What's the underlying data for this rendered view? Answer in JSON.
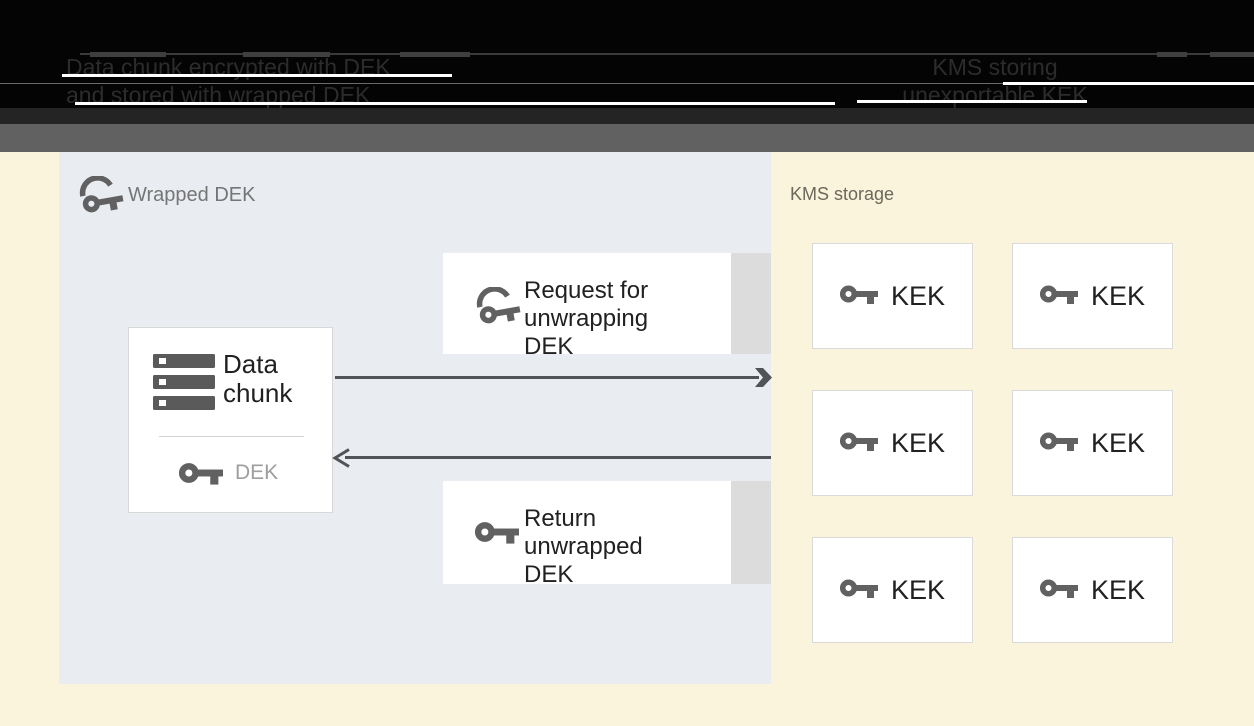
{
  "header": {
    "left_caption": {
      "line1": "Data chunk encrypted with DEK",
      "line2": "and stored with wrapped DEK"
    },
    "right_caption": {
      "line1": "KMS storing",
      "line2": "unexportable KEK"
    }
  },
  "wrapped_dek_panel": {
    "title": "Wrapped DEK",
    "data_chunk_box": {
      "label": "Data chunk",
      "key_label": "DEK"
    },
    "request_box": {
      "label": "Request for unwrapping DEK"
    },
    "return_box": {
      "label": "Return unwrapped DEK"
    }
  },
  "kms_panel": {
    "title": "KMS storage",
    "kek_boxes": [
      {
        "label": "KEK"
      },
      {
        "label": "KEK"
      },
      {
        "label": "KEK"
      },
      {
        "label": "KEK"
      },
      {
        "label": "KEK"
      },
      {
        "label": "KEK"
      }
    ]
  },
  "colors": {
    "page_background": "#FBF4DC",
    "panel_background": "#E9EDF1",
    "header_black": "#040404",
    "band_gray": "#616161",
    "key_icon_gray": "#616161",
    "arrow_gray": "#515357",
    "text_dark": "#212121",
    "text_muted": "#9E9E9E",
    "box_strip_gray": "#DCDCDD"
  }
}
